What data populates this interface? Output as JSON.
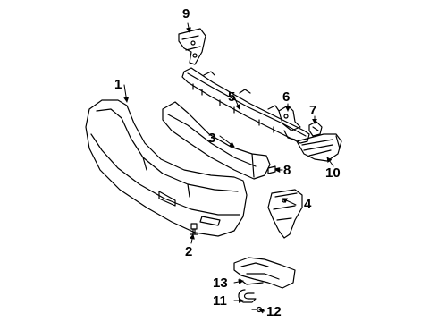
{
  "colors": {
    "line": "#000000",
    "background": "#ffffff"
  },
  "callouts": [
    "1",
    "2",
    "3",
    "4",
    "5",
    "6",
    "7",
    "8",
    "9",
    "10",
    "11",
    "12",
    "13"
  ]
}
